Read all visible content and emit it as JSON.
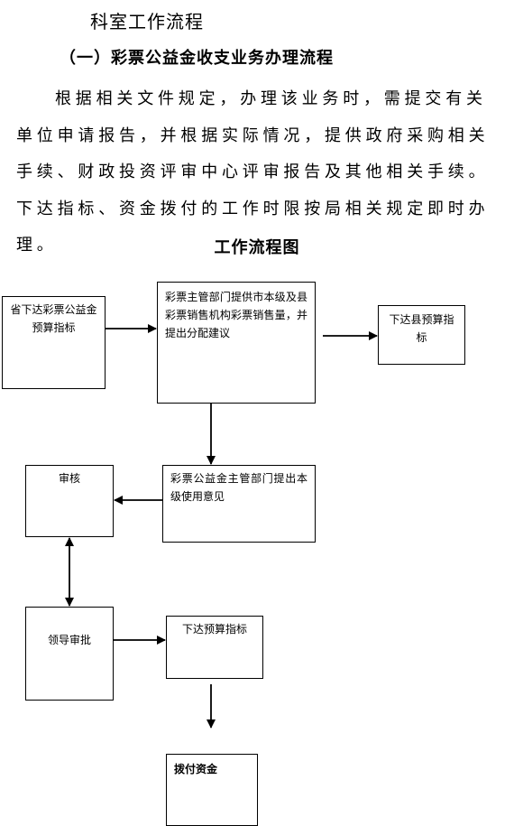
{
  "document": {
    "title": "科室工作流程",
    "section_heading": "（一）彩票公益金收支业务办理流程",
    "paragraph": "根据相关文件规定，办理该业务时，需提交有关单位申请报告，并根据实际情况，提供政府采购相关手续、财政投资评审中心评审报告及其他相关手续。下达指标、资金拨付的工作时限按局相关规定即时办理。"
  },
  "flowchart": {
    "title": "工作流程图",
    "nodes": {
      "provincial_indicator": "省下达彩票公益金预算指标",
      "lottery_dept_sales": "彩票主管部门提供市本级及县彩票销售机构彩票销售量，并提出分配建议",
      "county_indicator": "下达县预算指标",
      "review": "审核",
      "fund_dept_opinion": "彩票公益金主管部门提出本级使用意见",
      "leader_approval": "领导审批",
      "issue_indicator": "下达预算指标",
      "disburse_funds": "拨付资金"
    }
  }
}
